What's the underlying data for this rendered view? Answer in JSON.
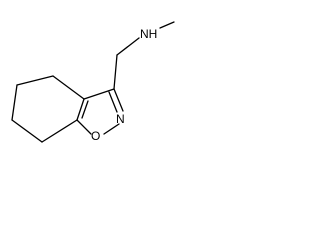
{
  "molecule": {
    "atoms": {
      "nh": "NH",
      "n_ring": "N",
      "o_ring": "O"
    }
  }
}
